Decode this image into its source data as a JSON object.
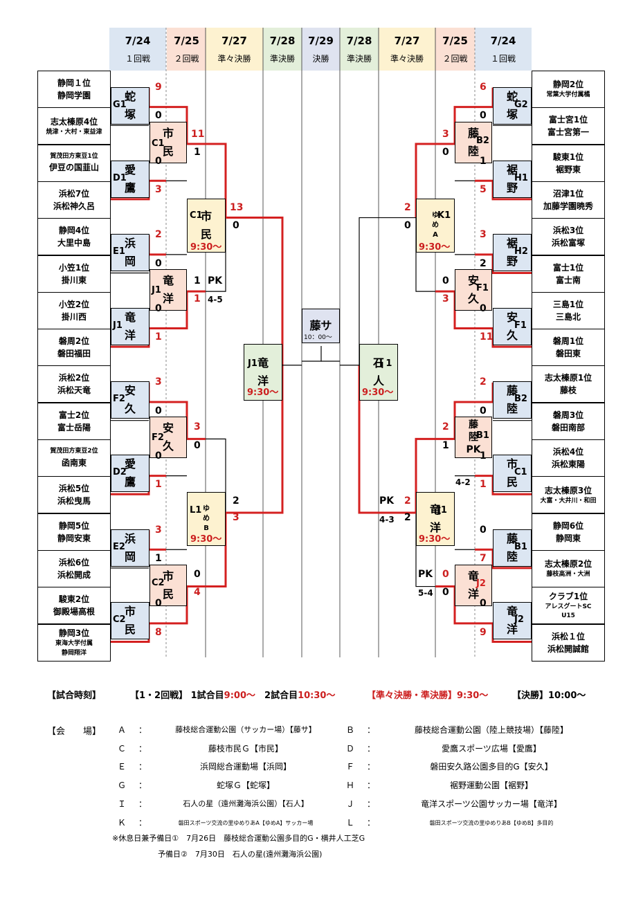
{
  "colors": {
    "blue": "#dce6f2",
    "orange": "#fbe0d4",
    "yellow": "#fdf2d0",
    "green": "#e3efda",
    "purple": "#dfe3f0",
    "win": "#d42020",
    "line": "#000000"
  },
  "headers": [
    {
      "date": "7/24",
      "round": "１回戦"
    },
    {
      "date": "7/25",
      "round": "２回戦"
    },
    {
      "date": "7/27",
      "round": "準々決勝"
    },
    {
      "date": "7/28",
      "round": "準決勝"
    },
    {
      "date": "7/29",
      "round": "決勝"
    },
    {
      "date": "7/28",
      "round": "準決勝"
    },
    {
      "date": "7/27",
      "round": "準々決勝"
    },
    {
      "date": "7/25",
      "round": "２回戦"
    },
    {
      "date": "7/24",
      "round": "１回戦"
    }
  ],
  "left_teams": [
    {
      "l1": "静岡１位",
      "l2": "静岡学園",
      "s": ""
    },
    {
      "l1": "志太榛原4位",
      "l2": "焼津・大村・東益津",
      "s": "small"
    },
    {
      "l1": "賀茂田方東豆1位",
      "l2": "伊豆の国韮山",
      "s": "top"
    },
    {
      "l1": "浜松7位",
      "l2": "浜松神久呂",
      "s": ""
    },
    {
      "l1": "静岡4位",
      "l2": "大里中島",
      "s": ""
    },
    {
      "l1": "小笠1位",
      "l2": "掛川東",
      "s": ""
    },
    {
      "l1": "小笠2位",
      "l2": "掛川西",
      "s": ""
    },
    {
      "l1": "磐周2位",
      "l2": "磐田福田",
      "s": ""
    },
    {
      "l1": "浜松2位",
      "l2": "浜松天竜",
      "s": ""
    },
    {
      "l1": "富士2位",
      "l2": "富士岳陽",
      "s": ""
    },
    {
      "l1": "賀茂田方東豆2位",
      "l2": "函南東",
      "s": "top"
    },
    {
      "l1": "浜松5位",
      "l2": "浜松曳馬",
      "s": ""
    },
    {
      "l1": "静岡5位",
      "l2": "静岡安東",
      "s": ""
    },
    {
      "l1": "浜松6位",
      "l2": "浜松開成",
      "s": ""
    },
    {
      "l1": "駿東2位",
      "l2": "御殿場高根",
      "s": ""
    },
    {
      "l1": "静岡3位",
      "l2": "東海大学付属",
      "l3": "静岡翔洋",
      "s": "three"
    }
  ],
  "right_teams": [
    {
      "l1": "静岡2位",
      "l2": "常葉大学付属橘",
      "s": "bottom"
    },
    {
      "l1": "富士宮1位",
      "l2": "富士宮第一",
      "s": ""
    },
    {
      "l1": "駿東1位",
      "l2": "裾野東",
      "s": ""
    },
    {
      "l1": "沼津1位",
      "l2": "加藤学園暁秀",
      "s": ""
    },
    {
      "l1": "浜松3位",
      "l2": "浜松富塚",
      "s": ""
    },
    {
      "l1": "富士1位",
      "l2": "富士南",
      "s": ""
    },
    {
      "l1": "三島1位",
      "l2": "三島北",
      "s": ""
    },
    {
      "l1": "磐周1位",
      "l2": "磐田東",
      "s": ""
    },
    {
      "l1": "志太榛原1位",
      "l2": "藤枝",
      "s": ""
    },
    {
      "l1": "磐周3位",
      "l2": "磐田南部",
      "s": ""
    },
    {
      "l1": "浜松4位",
      "l2": "浜松東陽",
      "s": ""
    },
    {
      "l1": "志太榛原3位",
      "l2": "大富・大井川・和田",
      "s": "small"
    },
    {
      "l1": "静岡6位",
      "l2": "静岡東",
      "s": ""
    },
    {
      "l1": "志太榛原2位",
      "l2": "藤枝高洲・大洲",
      "s": "small"
    },
    {
      "l1": "クラブ1位",
      "l2": "アレスグートSC",
      "l3": "U15",
      "s": "three"
    },
    {
      "l1": "浜松１位",
      "l2": "浜松開誠館",
      "s": ""
    }
  ],
  "venues": {
    "hasu": "蛇\n塚",
    "aitaka": "愛\n鷹",
    "shimin": "市\n民",
    "hamaoka": "浜\n岡",
    "ryuyo": "竜\n洋",
    "anku": "安\n久",
    "fujiri": "藤\n陸",
    "susono": "裾\n野",
    "ishito": "石\n人",
    "fujisa": "藤サ",
    "yumeA": "ゆ\nめ\nA",
    "yumeB": "ゆ\nめ\nB",
    "fujiriPK": "藤\n陸\nPK"
  },
  "codes": {
    "G1": "G1",
    "D1": "D1",
    "C1": "C1",
    "E1": "E1",
    "J1": "J1",
    "F2": "F2",
    "D2": "D2",
    "L1": "L1",
    "E2": "E2",
    "C2": "C2",
    "G2": "G2",
    "H1": "H1",
    "B2": "B2",
    "K1": "K1",
    "H2": "H2",
    "F1": "F1",
    "B1": "B1",
    "J2": "J2",
    "I1": "I 1"
  },
  "times": {
    "t930": "9:30〜",
    "final": "10：00〜"
  },
  "scores": {
    "l_r1_1a": "9",
    "l_r1_1b": "0",
    "l_r1_2a": "0",
    "l_r1_2b": "3",
    "l_r1_3a": "2",
    "l_r1_3b": "0",
    "l_r1_4a": "0",
    "l_r1_4b": "1",
    "l_r1_5a": "3",
    "l_r1_5b": "0",
    "l_r1_6a": "0",
    "l_r1_6b": "1",
    "l_r1_7a": "3",
    "l_r1_7b": "1",
    "l_r1_8a": "0",
    "l_r1_8b": "8",
    "l_r2_1a": "11",
    "l_r2_1b": "1",
    "l_r2_2a": "1",
    "l_r2_2b": "1",
    "l_r2_3a": "3",
    "l_r2_3b": "0",
    "l_r2_4a": "0",
    "l_r2_4b": "4",
    "l_qf_1a": "13",
    "l_qf_1b": "0",
    "l_qf_2a": "2",
    "l_qf_2b": "3",
    "l_pk1": "PK",
    "l_pk1s": "4-5",
    "r_r1_1a": "6",
    "r_r1_1b": "0",
    "r_r1_2a": "1",
    "r_r1_2b": "5",
    "r_r1_3a": "3",
    "r_r1_3b": "2",
    "r_r1_4a": "0",
    "r_r1_4b": "11",
    "r_r1_5a": "2",
    "r_r1_5b": "0",
    "r_r1_6a": "1",
    "r_r1_6b": "1",
    "r_r1_7a": "0",
    "r_r1_7b": "7",
    "r_r1_8a": "0",
    "r_r1_8b": "9",
    "r_r2_1a": "3",
    "r_r2_1b": "0",
    "r_r2_2a": "0",
    "r_r2_2b": "3",
    "r_r2_3a": "2",
    "r_r2_3b": "1",
    "r_r2_4a": "0",
    "r_r2_4b": "0",
    "r_qf_1a": "2",
    "r_qf_1b": "0",
    "r_qf_2a": "2",
    "r_qf_2b": "2",
    "r_pk_b1": "4-2",
    "r_pk_sf": "PK",
    "r_pk_sfs": "4-3",
    "r_pk_j2": "PK",
    "r_pk_j2s": "5-4"
  },
  "info": {
    "times_label": "【試合時刻】",
    "t1": "【1・2回戦】 1試合目",
    "t1v": "9:00〜",
    "t2": "2試合目",
    "t2v": "10:30〜",
    "t3": "【準々決勝・準決勝】9:30〜",
    "t4": "【決勝】10:00〜",
    "venue_label": "【会　　場】",
    "v": [
      {
        "k": "Ａ",
        "n": "藤枝総合運動公園（サッカー場）【藤サ】",
        "s": "small1"
      },
      {
        "k": "Ｂ",
        "n": "藤枝総合運動公園（陸上競技場）【藤陸】",
        "s": ""
      },
      {
        "k": "Ｃ",
        "n": "藤枝市民Ｇ【市民】",
        "s": ""
      },
      {
        "k": "Ｄ",
        "n": "愛鷹スポーツ広場【愛鷹】",
        "s": ""
      },
      {
        "k": "Ｅ",
        "n": "浜岡総合運動場【浜岡】",
        "s": ""
      },
      {
        "k": "Ｆ",
        "n": "磐田安久路公園多目的G【安久】",
        "s": ""
      },
      {
        "k": "Ｇ",
        "n": "蛇塚Ｇ【蛇塚】",
        "s": ""
      },
      {
        "k": "Ｈ",
        "n": "裾野運動公園【裾野】",
        "s": ""
      },
      {
        "k": "Ｉ",
        "n": "石人の星（遠州灘海浜公園）【石人】",
        "s": "small1"
      },
      {
        "k": "Ｊ",
        "n": "竜洋スポーツ公園サッカー場【竜洋】",
        "s": ""
      },
      {
        "k": "Ｋ",
        "n": "磐田スポーツ交流の里ゆめりあA【ゆめA】サッカー場",
        "s": "small"
      },
      {
        "k": "Ｌ",
        "n": "磐田スポーツ交流の里ゆめりあB【ゆめB】多目的",
        "s": "small"
      }
    ],
    "colon": "：",
    "note1": "※休息日兼予備日①　7月26日　藤枝総合運動公園多目的G・横井人工芝G",
    "note2": "予備日②　7月30日　石人の星(遠州灘海浜公園)"
  }
}
